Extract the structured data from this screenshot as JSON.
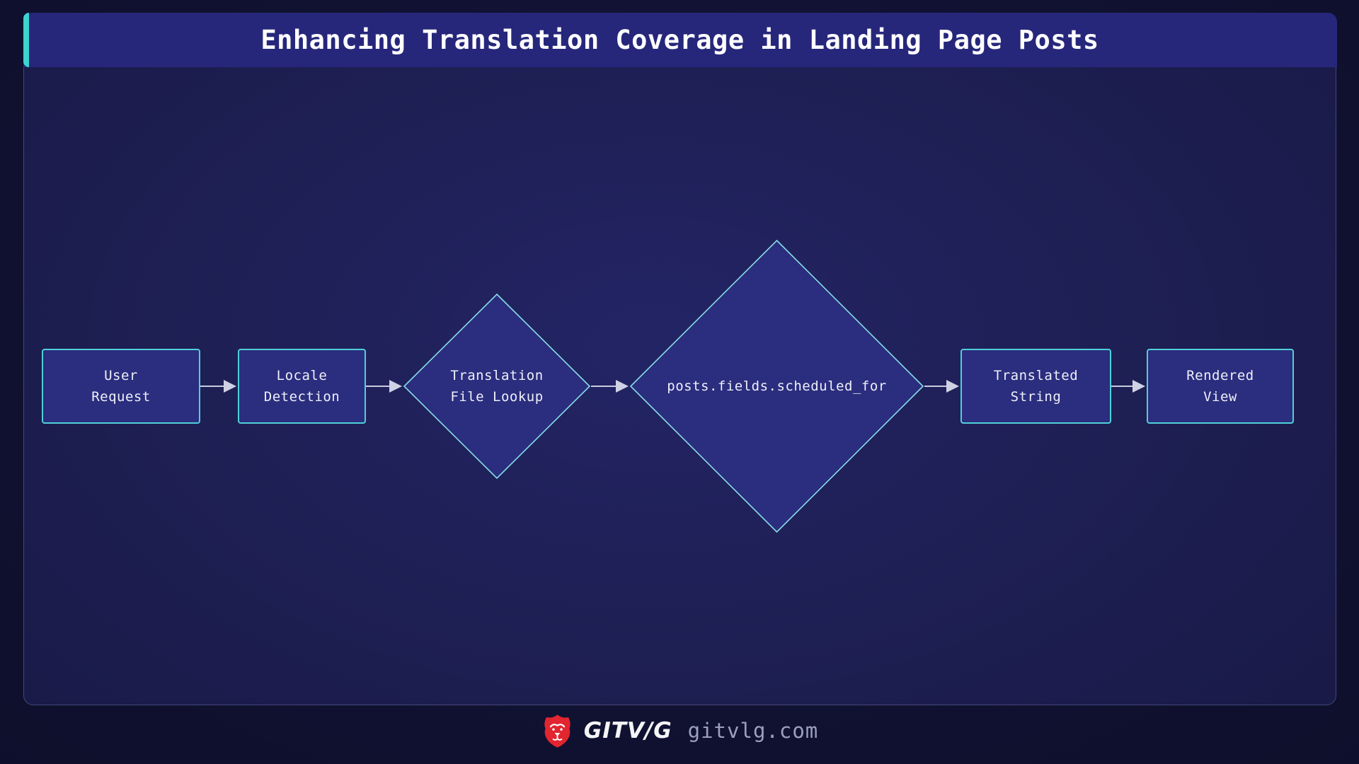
{
  "title": "Enhancing Translation Coverage in Landing Page Posts",
  "flowchart": {
    "nodes": [
      {
        "id": "user-request",
        "type": "process",
        "label": "User\nRequest"
      },
      {
        "id": "locale-detection",
        "type": "process",
        "label": "Locale\nDetection"
      },
      {
        "id": "translation-file-lookup",
        "type": "decision",
        "label": "Translation\nFile Lookup"
      },
      {
        "id": "scheduled-for",
        "type": "decision",
        "label": "posts.fields.scheduled_for"
      },
      {
        "id": "translated-string",
        "type": "process",
        "label": "Translated\nString"
      },
      {
        "id": "rendered-view",
        "type": "process",
        "label": "Rendered\nView"
      }
    ],
    "edges": [
      {
        "from": "user-request",
        "to": "locale-detection"
      },
      {
        "from": "locale-detection",
        "to": "translation-file-lookup"
      },
      {
        "from": "translation-file-lookup",
        "to": "scheduled-for"
      },
      {
        "from": "scheduled-for",
        "to": "translated-string"
      },
      {
        "from": "translated-string",
        "to": "rendered-view"
      }
    ]
  },
  "footer": {
    "logo": "lion-icon",
    "brand": "GITV/G",
    "domain": "gitvlg.com"
  },
  "colors": {
    "page_bg": "#101130",
    "panel_fill": "#1e1f53",
    "panel_border": "#45477c",
    "titlebar_fill": "#26277b",
    "accent_teal": "#3bd4cf",
    "node_fill": "#2b2d7e",
    "node_border": "#4fd0d8",
    "decision_border": "#86dde5",
    "arrow": "#c9cbdf",
    "node_text": "#eef0fa",
    "title_text": "#ffffff",
    "domain_text": "#9aa0bd",
    "logo_red": "#e2252f"
  }
}
